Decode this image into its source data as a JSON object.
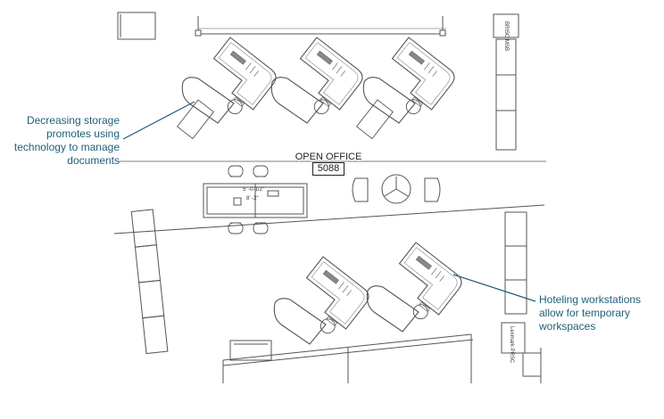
{
  "room": {
    "name": "OPEN OFFICE",
    "number": "5088"
  },
  "callouts": {
    "storage": [
      "Decreasing storage",
      "promotes using",
      "technology to manage",
      "documents"
    ],
    "hoteling": [
      "Hoteling workstations",
      "allow for temporary",
      "workspaces"
    ]
  },
  "dimensions": {
    "table_length": "5' -0-1/2\"",
    "table_width": "8' -2\""
  },
  "equipment_tags": {
    "top_right": "BRISC\nMSB",
    "bottom_right": "Lexmark\nPRSC"
  },
  "colors": {
    "callout_text": "#1f5e7a",
    "callout_line": "#1f5e7a",
    "linework": "#555555"
  }
}
